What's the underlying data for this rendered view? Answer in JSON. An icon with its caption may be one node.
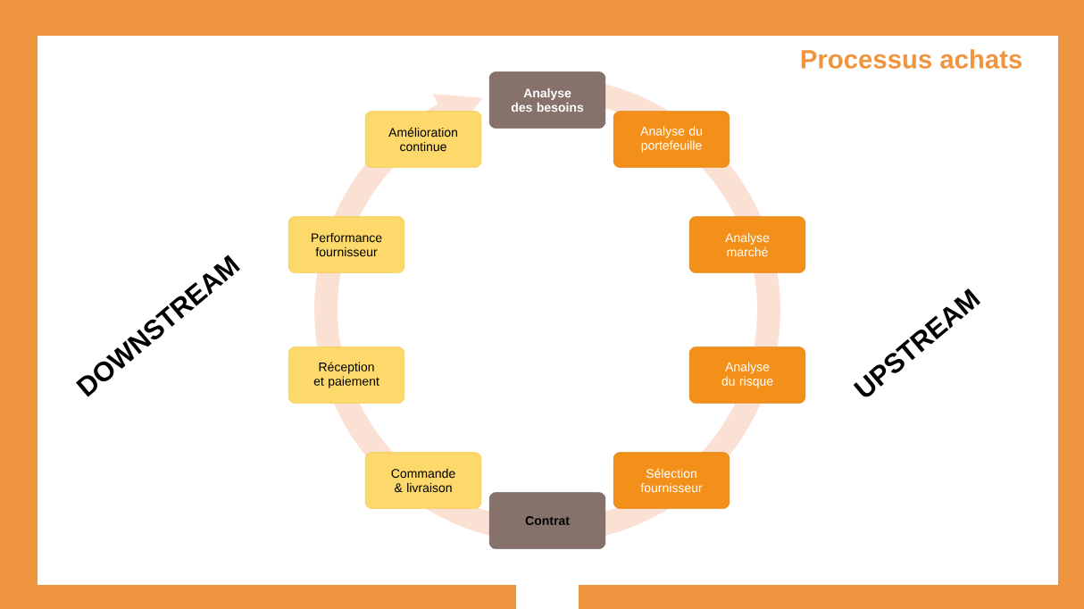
{
  "diagram": {
    "title": "Processus achats",
    "nodes": [
      {
        "text": [
          "Analyse des besoins"
        ]
      },
      {
        "text": [
          "Analyse du portefeuille"
        ]
      },
      {
        "text": [
          "Analyse marché"
        ]
      },
      {
        "text": [
          "Analyse du risque"
        ]
      },
      {
        "text": [
          "Sélection fournisseur"
        ]
      },
      {
        "text": [
          "Contrat"
        ]
      },
      {
        "text": [
          "Commande & livraison"
        ]
      },
      {
        "text": [
          "Réception et paiement"
        ]
      },
      {
        "text": [
          "Performance fournisseur"
        ]
      },
      {
        "text": [
          "Amélioration continue"
        ]
      }
    ],
    "labels": [
      "DOWNSTREAM",
      "UPSTREAM"
    ]
  }
}
